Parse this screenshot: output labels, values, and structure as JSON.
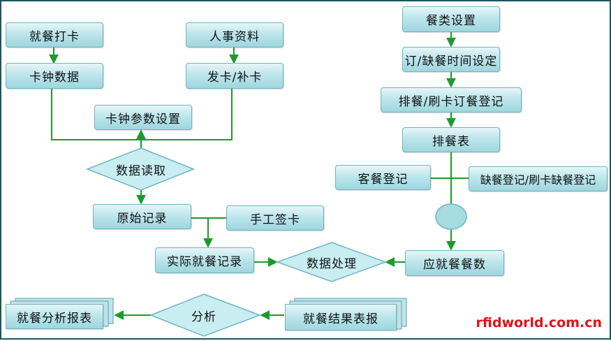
{
  "nodes": {
    "meal_card": "就餐打卡",
    "clock_data": "卡钟数据",
    "hr_data": "人事资料",
    "card_issue": "发卡/补卡",
    "clock_params": "卡钟参数设置",
    "data_read": "数据读取",
    "raw_record": "原始记录",
    "manual_card": "手工签卡",
    "actual_record": "实际就餐记录",
    "data_process": "数据处理",
    "meal_type": "餐类设置",
    "order_time": "订/缺餐时间设定",
    "schedule_reg": "排餐/刷卡订餐登记",
    "schedule_table": "排餐表",
    "guest_reg": "客餐登记",
    "absent_reg": "缺餐登记/刷卡缺餐登记",
    "expected_count": "应就餐餐数",
    "result_report": "就餐结果表报",
    "analysis": "分析",
    "analysis_report": "就餐分析报表"
  },
  "watermark": "rfidworld.com.cn",
  "colors": {
    "line": "#1c9a2c",
    "box_top": "#e6f6f8",
    "box_bottom": "#9fd6de",
    "border": "#6fb4c0",
    "frame": "#1d5560",
    "watermark": "#e0121a"
  }
}
